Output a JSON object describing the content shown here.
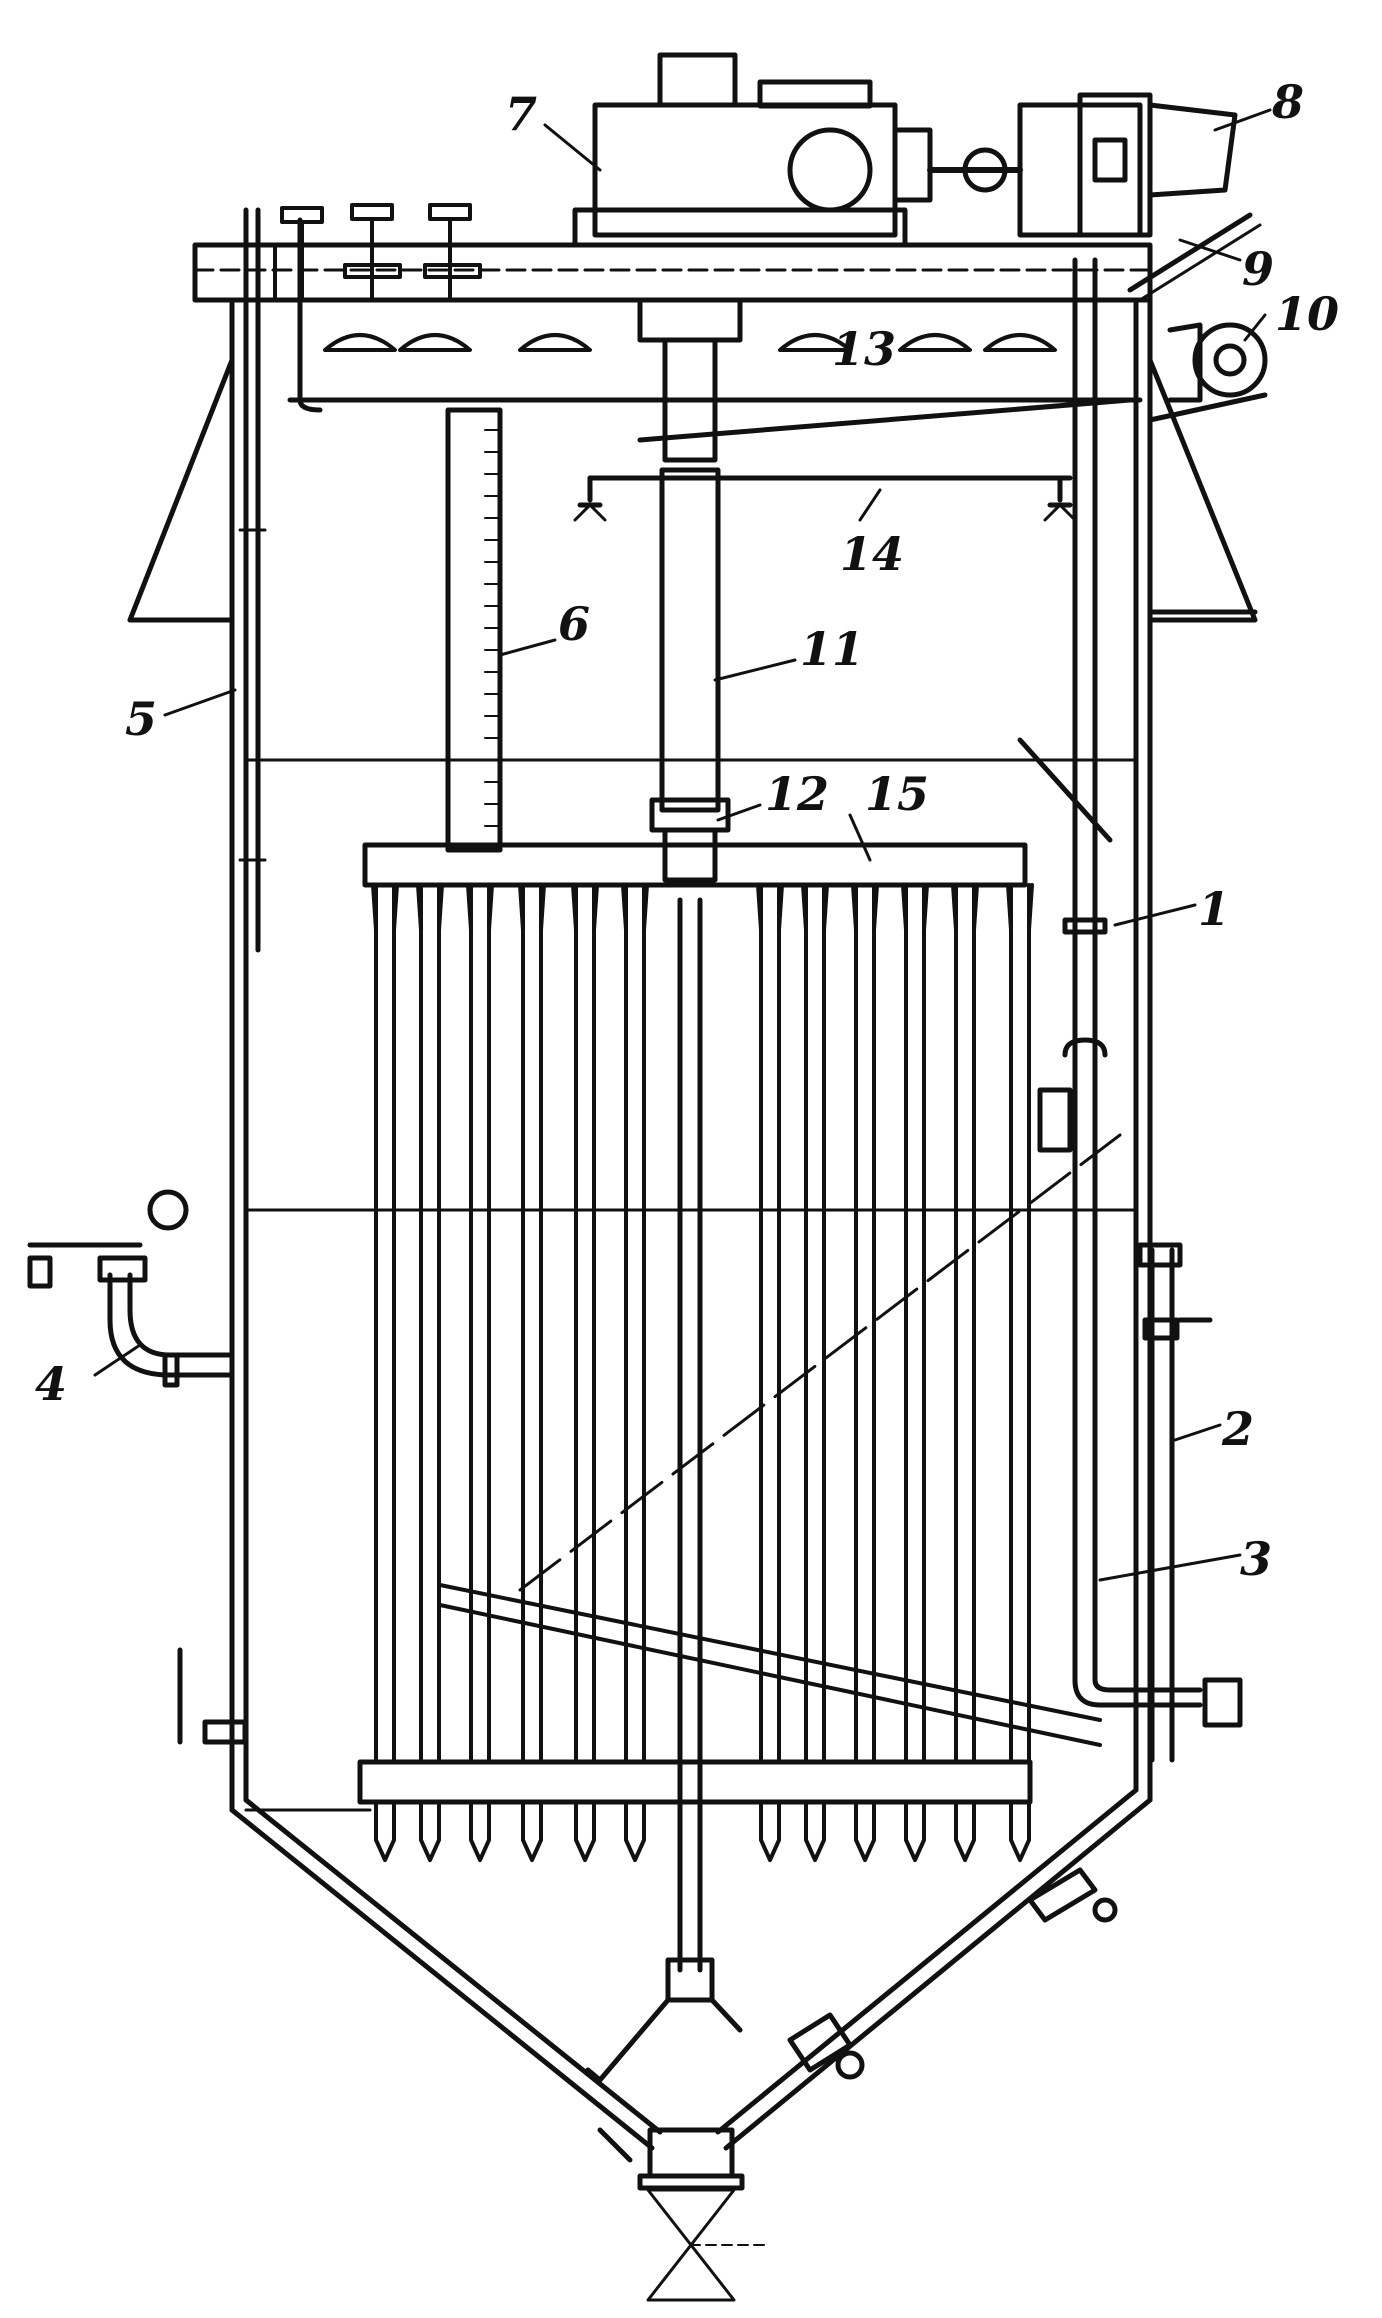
{
  "callouts": [
    {
      "id": "1",
      "text": "1"
    },
    {
      "id": "2",
      "text": "2"
    },
    {
      "id": "3",
      "text": "3"
    },
    {
      "id": "4",
      "text": "4"
    },
    {
      "id": "5",
      "text": "5"
    },
    {
      "id": "6",
      "text": "6"
    },
    {
      "id": "7",
      "text": "7"
    },
    {
      "id": "8",
      "text": "8"
    },
    {
      "id": "9",
      "text": "9"
    },
    {
      "id": "10",
      "text": "10"
    },
    {
      "id": "11",
      "text": "11"
    },
    {
      "id": "12",
      "text": "12"
    },
    {
      "id": "13",
      "text": "13"
    },
    {
      "id": "14",
      "text": "14"
    },
    {
      "id": "15",
      "text": "15"
    }
  ],
  "colors": {
    "ink": "#111111",
    "background": "#ffffff"
  }
}
